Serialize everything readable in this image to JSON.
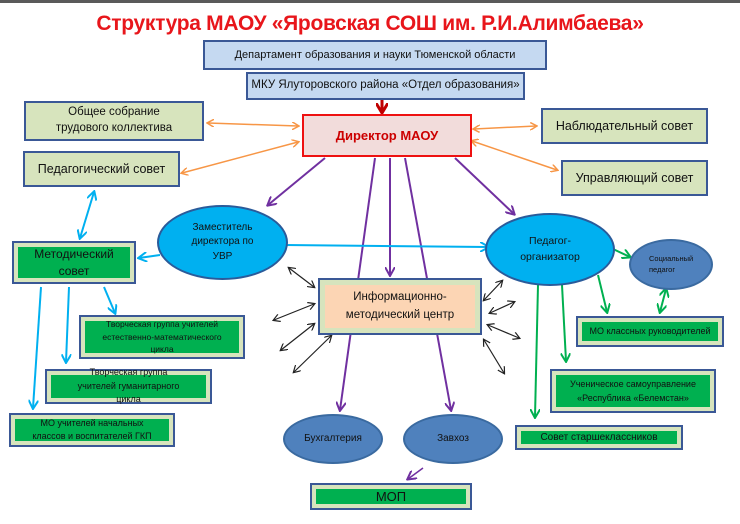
{
  "title": "Структура МАОУ «Яровская СОШ им. Р.И.Алимбаева»",
  "nodes": {
    "department": "Департамент образования и науки Тюменской области",
    "mku": "МКУ Ялуторовского района «Отдел образования»",
    "director": "Директор МАОУ",
    "general_meeting": "Общее собрание трудового коллектива",
    "ped_council": "Педагогический совет",
    "supervisory_board": "Наблюдательный совет",
    "governing_board": "Управляющий совет",
    "deputy_director": "Заместитель директора по УВР",
    "ped_organizer": "Педагог-организатор",
    "social_pedagogue": "Социальный педагог",
    "method_council": "Методический совет",
    "info_center": "Информационно-методический центр",
    "group_science": "Творческая группа учителей естественно-математического цикла",
    "group_humanities": "Творческая группа учителей гуманитарного цикла",
    "mo_primary": "МО учителей начальных классов и воспитателей ГКП",
    "mo_class_teachers": "МО классных руководителей",
    "student_gov": "Ученическое самоуправление «Республика «Белемстан»",
    "senior_council": "Совет старшеклассников",
    "accounting": "Бухгалтерия",
    "zavhoz": "Завхоз",
    "mop": "МОП"
  },
  "colors": {
    "title": "#e8161b",
    "director_border": "#ee1111",
    "orange_links": "#f79646",
    "purple_links": "#7030a0",
    "cyan_links": "#00b0f0",
    "green_links": "#00b050",
    "black_links": "#222222"
  }
}
